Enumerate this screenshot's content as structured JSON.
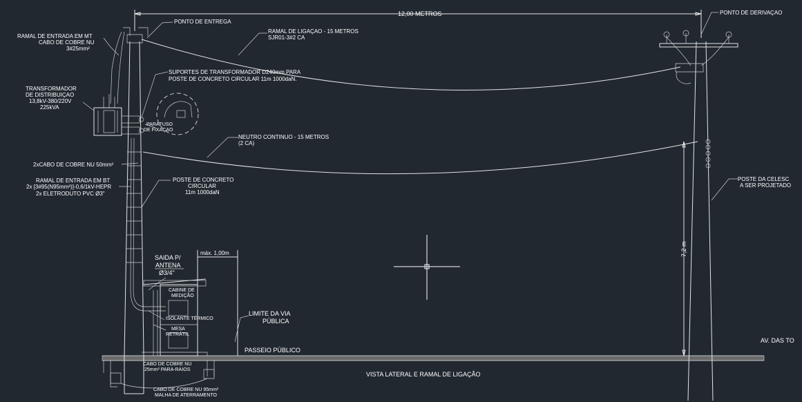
{
  "drawing": {
    "background": "#212830",
    "line_color": "#e6e6e6",
    "dimension_total": "12,00 METROS",
    "dimension_height": "7,2 m",
    "dimension_max": "máx. 1,00m",
    "labels": {
      "ramal_mt": [
        "RAMAL DE ENTRADA EM MT",
        "CABO DE COBRE NU",
        "3#25mm²"
      ],
      "ponto_entrega": "PONTO DE ENTREGA",
      "ramal_ligacao": [
        "RAMAL DE LIGAÇAO - 15 METROS",
        "SJR01-3#2 CA"
      ],
      "ponto_derivacao": "PONTO DE DERIVAÇAO",
      "transformador": [
        "TRANSFORMADOR",
        "DE DISTRIBUIÇAO",
        "13,8kV-380/220V",
        "225kVA"
      ],
      "suportes": [
        "SUPORTES DE TRANSFORMADOR D240mm PARA",
        "POSTE DE CONCRETO CIRCULAR 11m 1000daN."
      ],
      "parafuso": [
        "PARAFUSO",
        "DE FIXAÇAO"
      ],
      "neutro": [
        "NEUTRO CONTINUO - 15 METROS",
        "(2 CA)"
      ],
      "cabo_cobre_50": "2xCABO DE COBRE NU 50mm²",
      "ramal_bt": [
        "RAMAL DE ENTRADA EM BT",
        "2x [3#95(N95mm²)]-0,6/1kV-HEPR",
        "2x ELETRODUTO PVC Ø3\""
      ],
      "poste_concreto": [
        "POSTE DE CONCRETO",
        "CIRCULAR",
        "11m 1000daN"
      ],
      "poste_celesc": [
        "POSTE DA CELESC",
        "A SER PROJETADO"
      ],
      "saida_antena": [
        "SAIDA P/",
        "ANTENA",
        "Ø3/4\""
      ],
      "cabine": [
        "CABINE DE",
        "MEDIÇÃO"
      ],
      "isolante": "ISOLANTE TÉRMICO",
      "mesa": [
        "MESA",
        "RETRÁTIL"
      ],
      "limite_via": [
        "LIMITE DA VIA",
        "PÚBLICA"
      ],
      "passeio": "PASSEIO PÚBLICO",
      "avenida": "AV. DAS TO",
      "cabo_para_raios": [
        "CABO DE COBRE NU",
        "25mm² PARA-RAIOS"
      ],
      "cabo_malha": [
        "CABO DE COBRE NU 95mm²",
        "MALHA DE ATERRAMENTO"
      ],
      "vista": "VISTA LATERAL E RAMAL DE LIGAÇÃO"
    }
  }
}
